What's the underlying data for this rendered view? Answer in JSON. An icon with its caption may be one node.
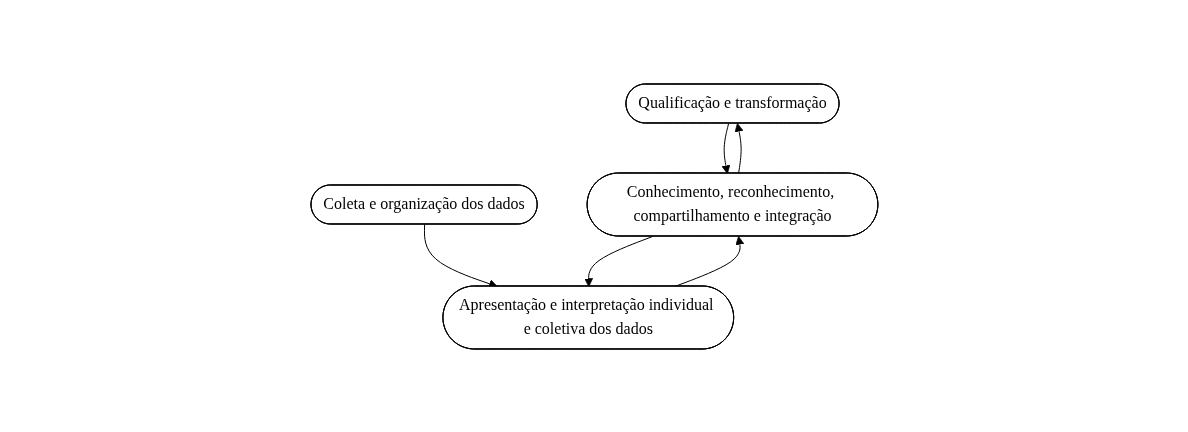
{
  "diagram": {
    "nodes": [
      {
        "text": [
          "Qualificação e transformação"
        ]
      },
      {
        "text": [
          "Coleta e organização dos dados"
        ]
      },
      {
        "text": [
          "Apresentação e interpretação individual e coletiva dos dados"
        ]
      },
      {
        "text": [
          "Conhecimento, reconhecimento, compartilhamento e integração"
        ]
      }
    ],
    "edges": [
      {
        "from": 1,
        "to": 2,
        "arrow": "to"
      },
      {
        "from": 0,
        "to": 3,
        "arrow": "to"
      },
      {
        "from": 3,
        "to": 0,
        "arrow": "to"
      },
      {
        "from": 3,
        "to": 2,
        "arrow": "to"
      },
      {
        "from": 2,
        "to": 3,
        "arrow": "to"
      }
    ]
  }
}
